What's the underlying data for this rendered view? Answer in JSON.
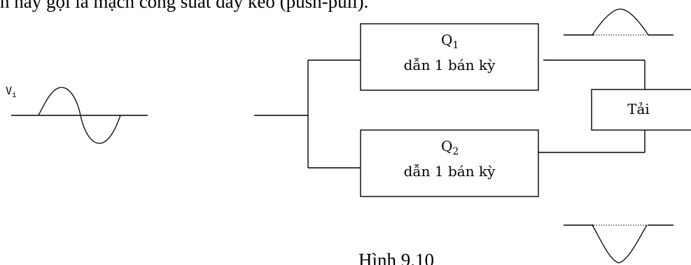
{
  "header_text": "n này gọi là mạch công suất đẩy kéo (push-pull).",
  "input_signal": {
    "label_main": "V",
    "label_sub": "i",
    "waveform": "full-sine"
  },
  "blocks": {
    "q1": {
      "name_main": "Q",
      "name_sub": "1",
      "description": "dẫn 1 bán kỳ"
    },
    "q2": {
      "name_main": "Q",
      "name_sub": "2",
      "description": "dẫn 1 bán kỳ"
    },
    "load": {
      "label": "Tải"
    }
  },
  "output_waveforms": {
    "top": "positive-half-cycle",
    "bottom": "negative-half-cycle"
  },
  "caption": "Hình 9.10"
}
